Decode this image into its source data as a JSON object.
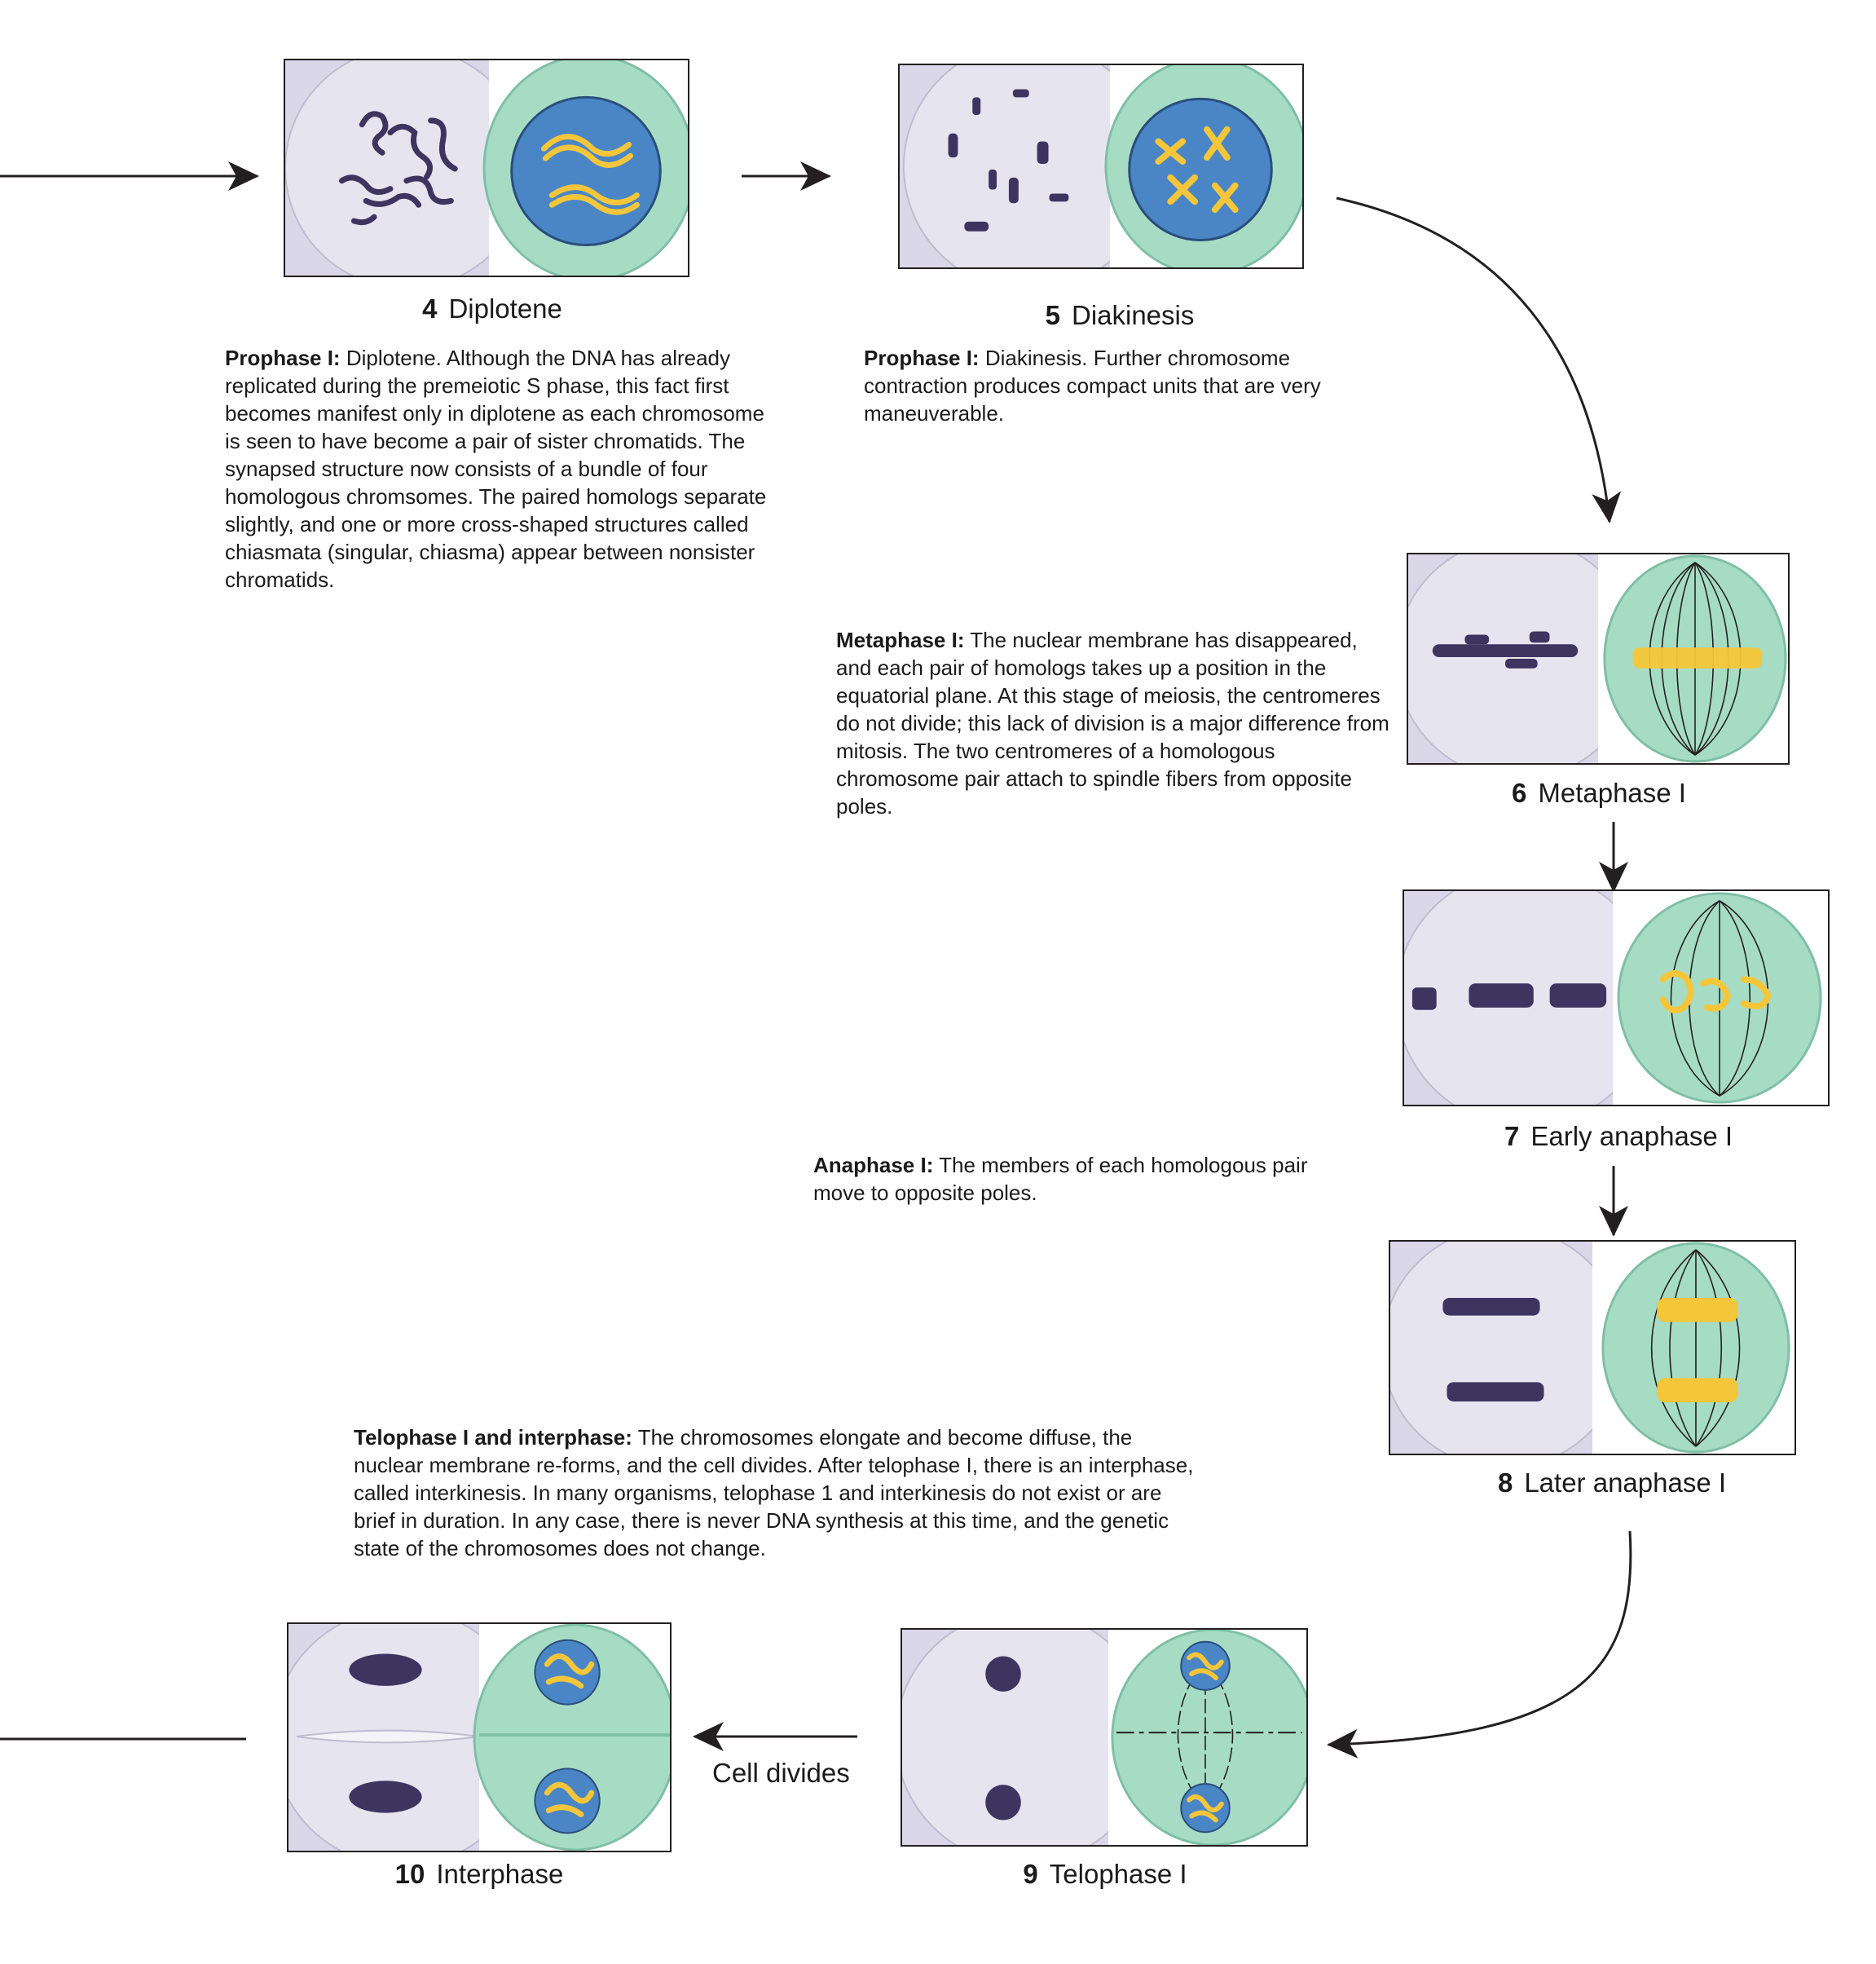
{
  "stages": [
    {
      "number": "4",
      "name": "Diplotene"
    },
    {
      "number": "5",
      "name": "Diakinesis"
    },
    {
      "number": "6",
      "name": "Metaphase I"
    },
    {
      "number": "7",
      "name": "Early anaphase I"
    },
    {
      "number": "8",
      "name": "Later anaphase I"
    },
    {
      "number": "9",
      "name": "Telophase I"
    },
    {
      "number": "10",
      "name": "Interphase"
    }
  ],
  "descriptions": {
    "diplotene": {
      "lead": "Prophase I:",
      "text": " Diplotene. Although the DNA has already replicated during the premeiotic S phase, this fact first becomes manifest only in diplotene as each chromosome is seen to have become a pair of sister chromatids. The synapsed structure now consists of a bundle of four homologous chromsomes. The paired homologs separate slightly, and one or more cross-shaped structures called chiasmata (singular, chiasma) appear between nonsister chromatids."
    },
    "diakinesis": {
      "lead": "Prophase I:",
      "text": " Diakinesis. Further chromosome contraction produces compact units that are very maneuverable."
    },
    "metaphase": {
      "lead": "Metaphase I:",
      "text": " The nuclear membrane has disappeared, and each pair of homologs takes up a position in the equatorial plane. At this stage of meiosis, the centromeres do not divide; this lack of division is a major difference from mitosis. The two centromeres of a homologous chromosome pair attach to spindle fibers from opposite poles."
    },
    "anaphase": {
      "lead": "Anaphase I:",
      "text": " The members of each homologous pair move to opposite poles."
    },
    "telophase": {
      "lead": "Telophase I and interphase:",
      "text": " The chromosomes elongate and become diffuse, the nuclear membrane re-forms, and the cell divides. After telophase I, there is an interphase, called interkinesis. In many organisms, telophase 1 and interkinesis do not exist or are brief in duration. In any case, there is never DNA synthesis at this time, and the genetic state of the chromosomes does not change."
    }
  },
  "cell_divides_label": "Cell divides",
  "colors": {
    "micrograph_bg": "#d9d7e8",
    "chromosome_stain": "#3d3560",
    "cell_green": "#a6dcc4",
    "nucleus_blue": "#4a86c5",
    "chromosome_yellow": "#f5c63a",
    "line": "#231f20"
  }
}
